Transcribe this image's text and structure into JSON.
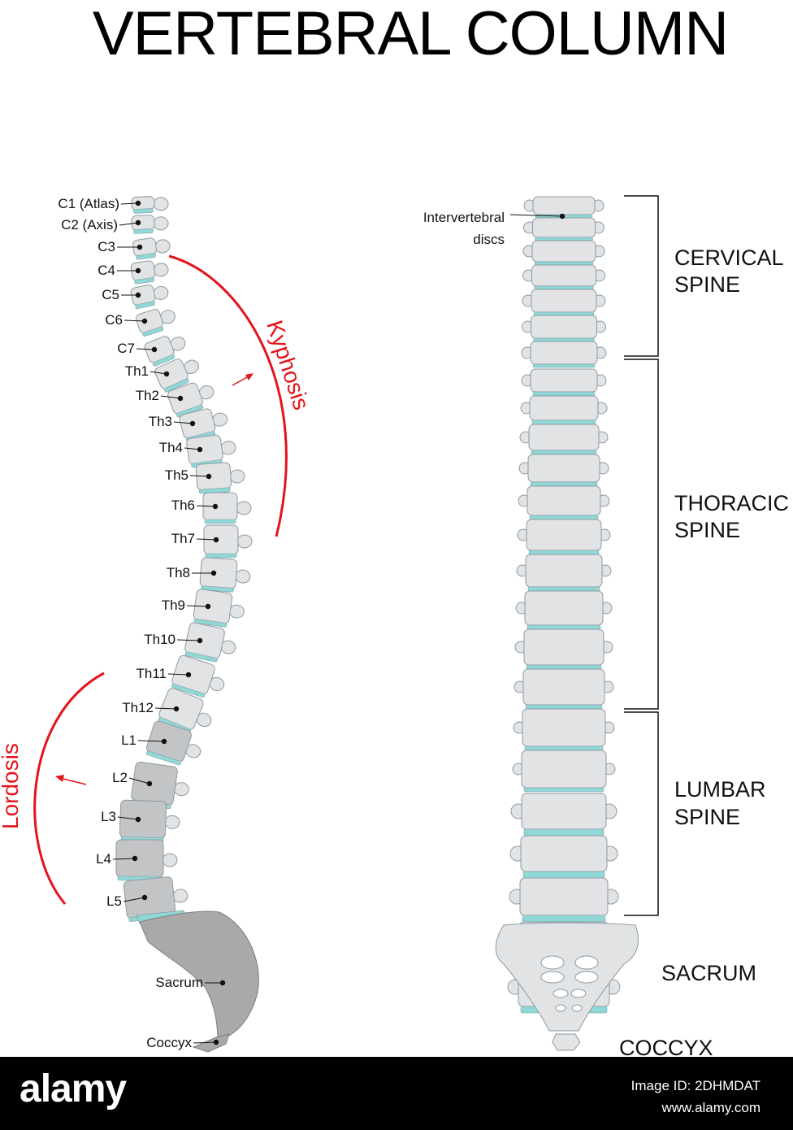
{
  "title": "VERTEBRAL COLUMN",
  "lateral_view": {
    "labels": [
      "C1 (Atlas)",
      "C2 (Axis)",
      "C3",
      "C4",
      "C5",
      "C6",
      "C7",
      "Th1",
      "Th2",
      "Th3",
      "Th4",
      "Th5",
      "Th6",
      "Th7",
      "Th8",
      "Th9",
      "Th10",
      "Th11",
      "Th12",
      "L1",
      "L2",
      "L3",
      "L4",
      "L5",
      "Sacrum",
      "Coccyx"
    ],
    "curves": {
      "kyphosis": "Kyphosis",
      "lordosis": "Lordosis"
    }
  },
  "anterior_view": {
    "disc_label_line1": "Intervertebral",
    "disc_label_line2": "discs",
    "regions": {
      "cervical": [
        "CERVICAL",
        "SPINE"
      ],
      "thoracic": [
        "THORACIC",
        "SPINE"
      ],
      "lumbar": [
        "LUMBAR",
        "SPINE"
      ]
    },
    "sacrum": "SACRUM",
    "coccyx": "COCCYX"
  },
  "colors": {
    "bone": "#e2e3e4",
    "bone_stroke": "#8d9aa3",
    "disc": "#8fd8d6",
    "lumbar_bone": "#c3c4c5",
    "sacrum_lateral": "#a9a9a9",
    "accent_red": "#e3141b"
  },
  "footer": {
    "brand": "alamy",
    "image_id": "Image ID: 2DHMDAT",
    "url": "www.alamy.com"
  }
}
